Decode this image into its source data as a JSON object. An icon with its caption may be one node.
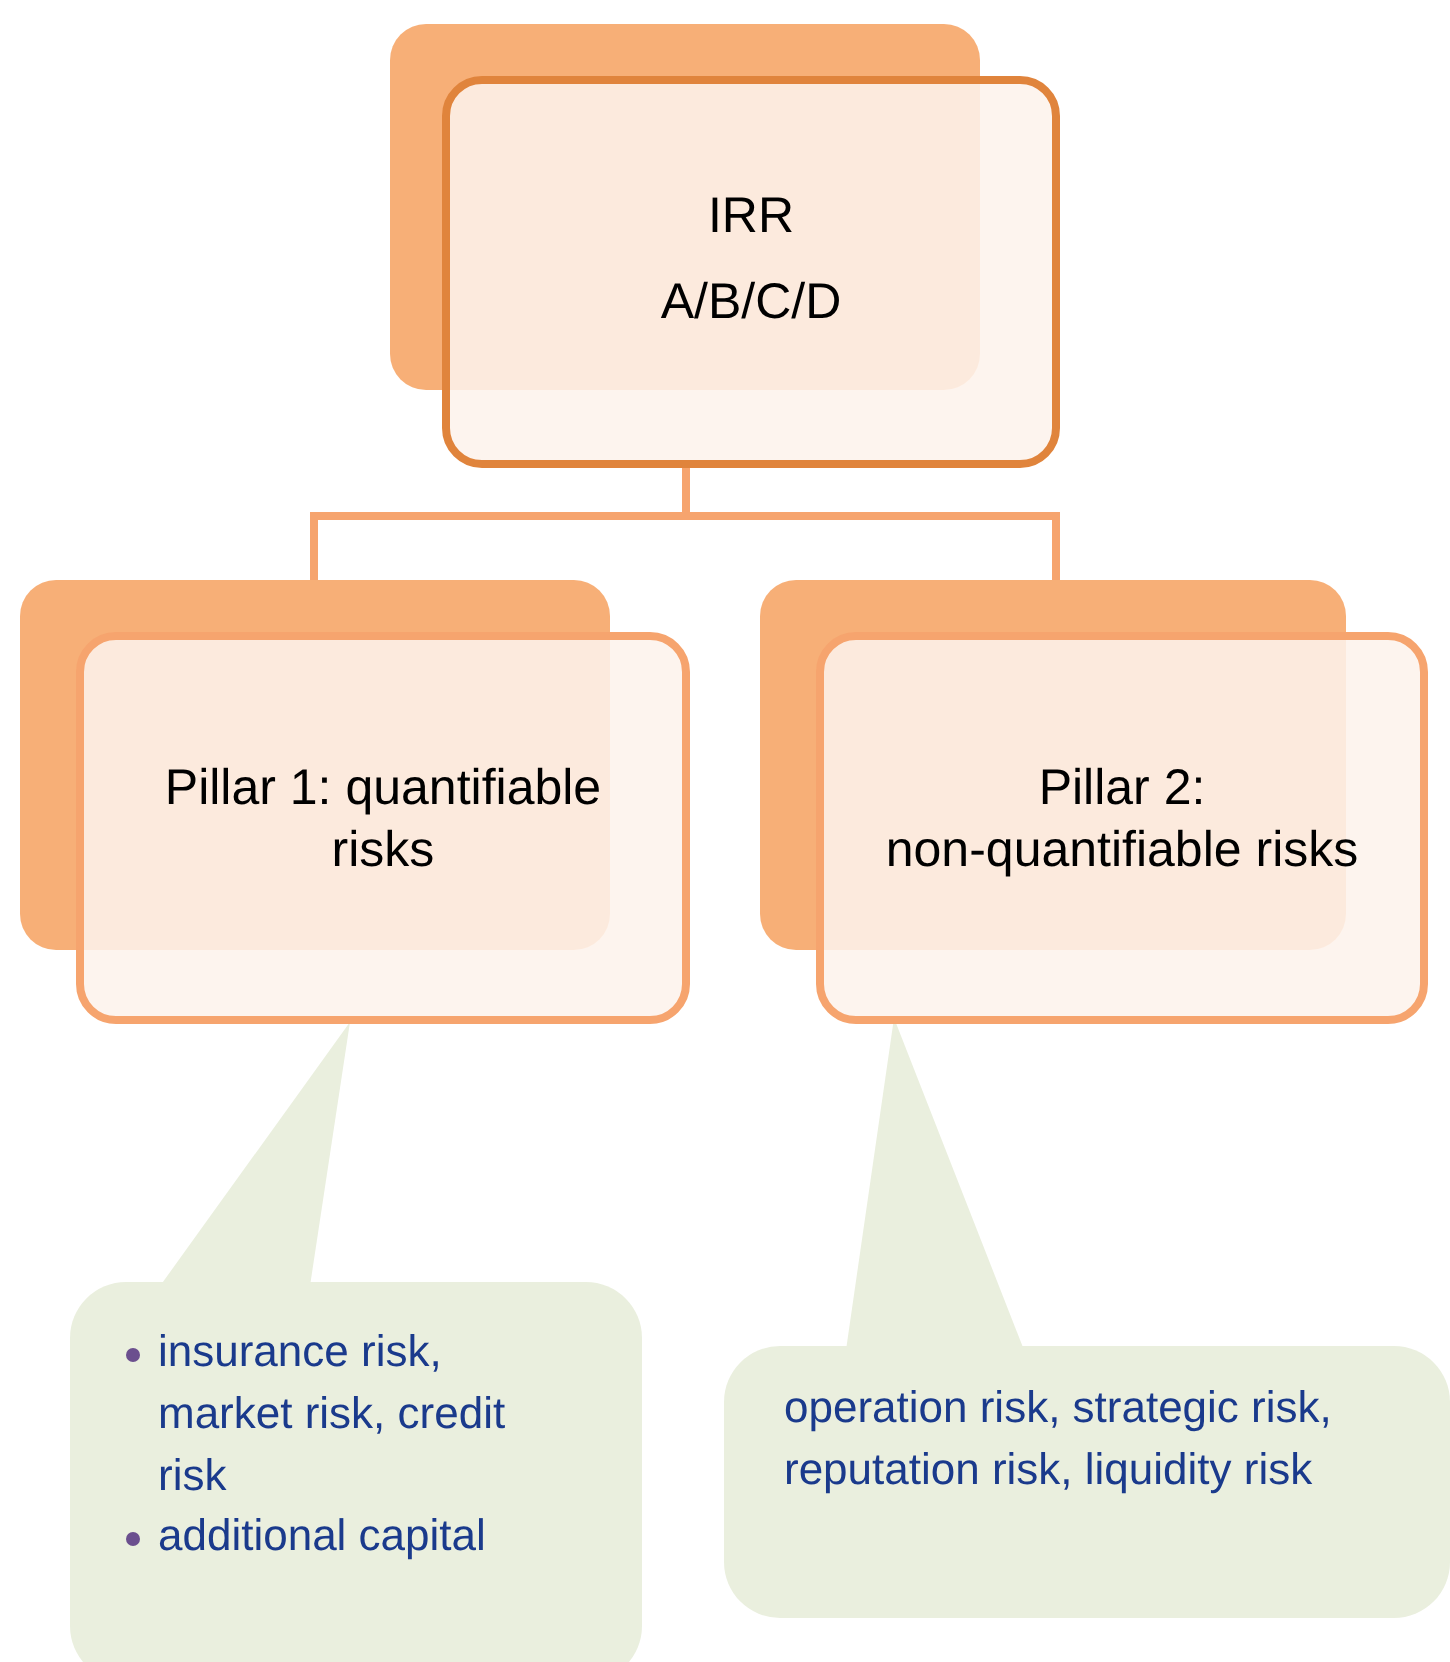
{
  "diagram": {
    "nodes": [
      {
        "text": [
          "IRR",
          "A/B/C/D"
        ]
      },
      {
        "text": [
          "Pillar 1: quantifiable risks"
        ]
      },
      {
        "text": [
          "Pillar 2:",
          "non-quantifiable risks"
        ]
      },
      {
        "text": [
          "insurance risk, market risk, credit risk",
          "additional capital"
        ]
      },
      {
        "text": [
          "operation risk, strategic risk, reputation risk, liquidity risk"
        ]
      }
    ],
    "edges": [
      {
        "from": 0,
        "to": 1,
        "arrow": "none"
      },
      {
        "from": 0,
        "to": 2,
        "arrow": "none"
      },
      {
        "from": 3,
        "to": 1,
        "arrow": "to"
      },
      {
        "from": 4,
        "to": 2,
        "arrow": "to"
      }
    ]
  }
}
